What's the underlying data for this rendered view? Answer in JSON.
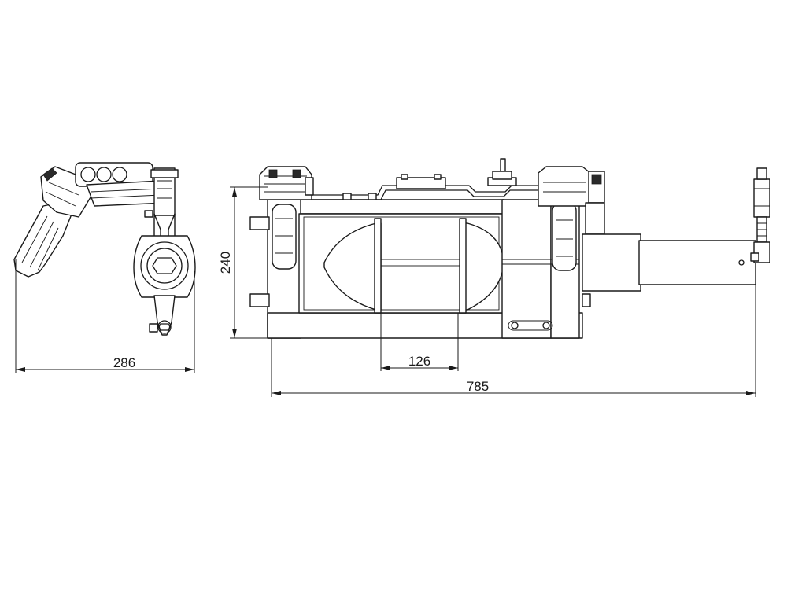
{
  "dimensions": {
    "side_view_width": "286",
    "height": "240",
    "cylinder_spacing": "126",
    "overall_length": "785"
  },
  "colors": {
    "line": "#1a1a1a",
    "background": "#ffffff"
  }
}
